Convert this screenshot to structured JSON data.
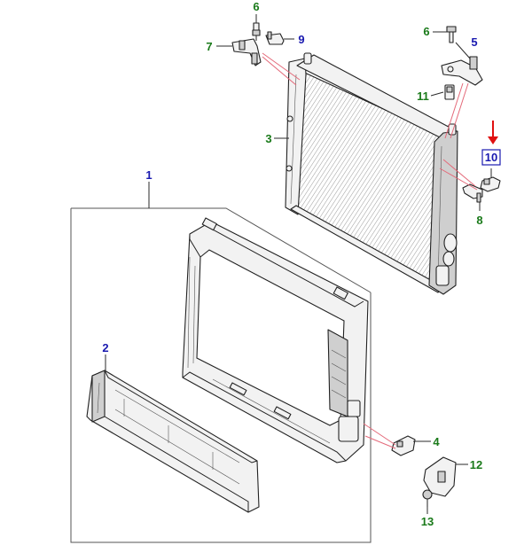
{
  "colors": {
    "primary_callout": "#1a1ab0",
    "component_callout": "#1a7a1a",
    "highlight_arrow": "#e01010",
    "leader_pink": "#e46a7a"
  },
  "callouts": {
    "c1": "1",
    "c2": "2",
    "c3": "3",
    "c4": "4",
    "c5": "5",
    "c6a": "6",
    "c6b": "6",
    "c7": "7",
    "c8": "8",
    "c9": "9",
    "c10": "10",
    "c11": "11",
    "c12": "12",
    "c13": "13"
  }
}
